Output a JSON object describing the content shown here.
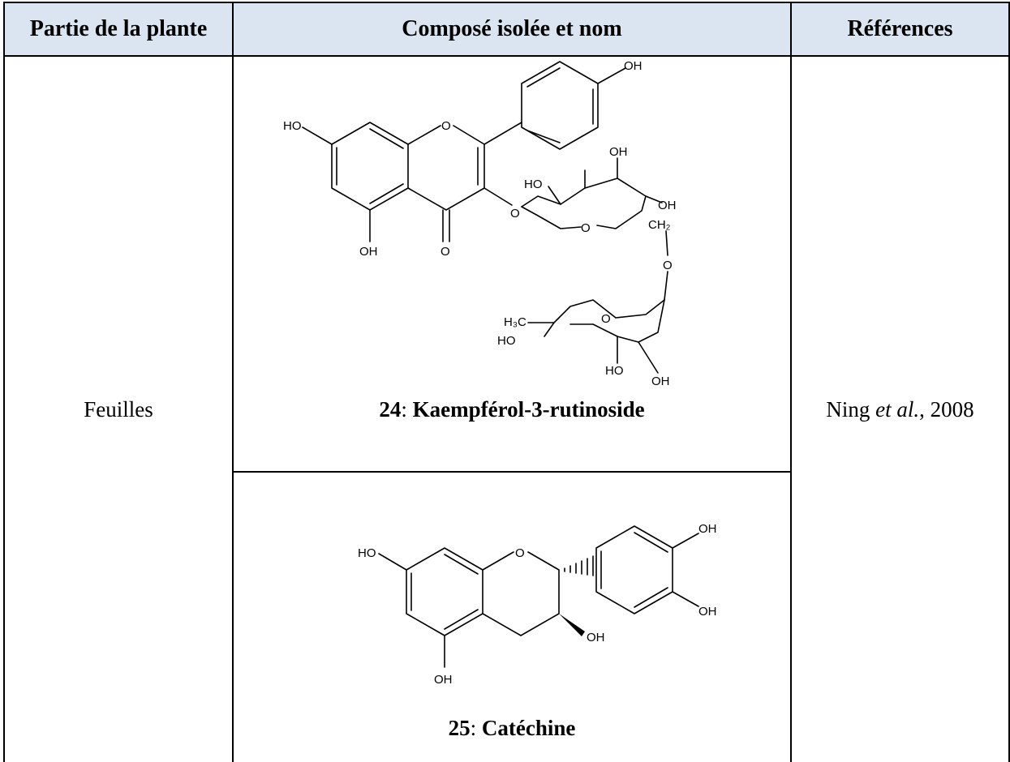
{
  "table": {
    "headers": {
      "part": "Partie de la plante",
      "compound": "Composé isolée et nom",
      "references": "Références"
    },
    "part_value": "Feuilles",
    "reference": {
      "author": "Ning ",
      "etal": "et al.",
      "year": ", 2008"
    },
    "compounds": [
      {
        "number": "24",
        "name": "Kaempférol-3-rutinoside",
        "atoms": {
          "oh_top": "OH",
          "ho_left": "HO",
          "o_ring": "O",
          "oh_5": "OH",
          "o_carbonyl": "O",
          "o_link": "O",
          "ho_sugar": "HO",
          "oh_sugar_top": "OH",
          "oh_sugar_right": "OH",
          "o_sugar": "O",
          "ch2": "CH₂",
          "o_bridge": "O",
          "h3c": "H₃C",
          "o_rham": "O",
          "ho_rham_left": "HO",
          "ho_rham_bottom": "HO",
          "oh_rham_bottom": "OH"
        }
      },
      {
        "number": "25",
        "name": "Catéchine",
        "atoms": {
          "oh_top": "OH",
          "oh_right": "OH",
          "ho_left": "HO",
          "o_ring": "O",
          "oh_3": "OH",
          "oh_5": "OH"
        }
      }
    ]
  }
}
